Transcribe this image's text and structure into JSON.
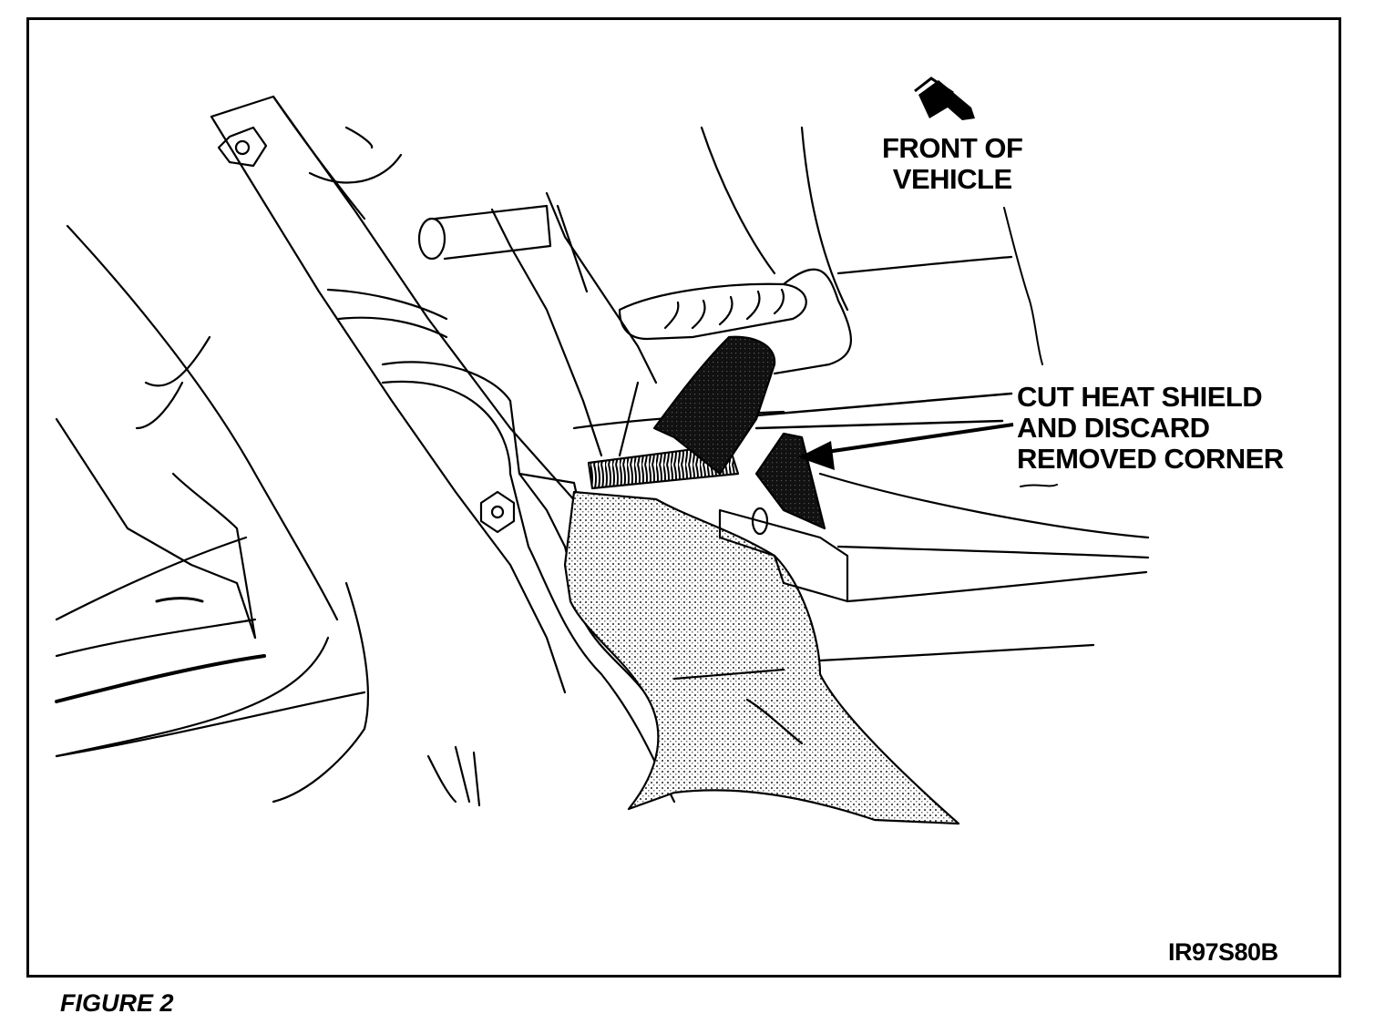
{
  "labels": {
    "front_line1": "FRONT OF",
    "front_line2": "VEHICLE",
    "cut_line1": "CUT HEAT SHIELD",
    "cut_line2": "AND DISCARD",
    "cut_line3": "REMOVED CORNER",
    "image_code": "IR97S80B",
    "figure_caption": "FIGURE 2"
  },
  "icons": {
    "front_arrow": "front-arrow-icon",
    "pointer_arrow": "pointer-arrow-icon"
  },
  "colors": {
    "ink": "#000000",
    "paper": "#ffffff",
    "stipple": "#555555"
  }
}
